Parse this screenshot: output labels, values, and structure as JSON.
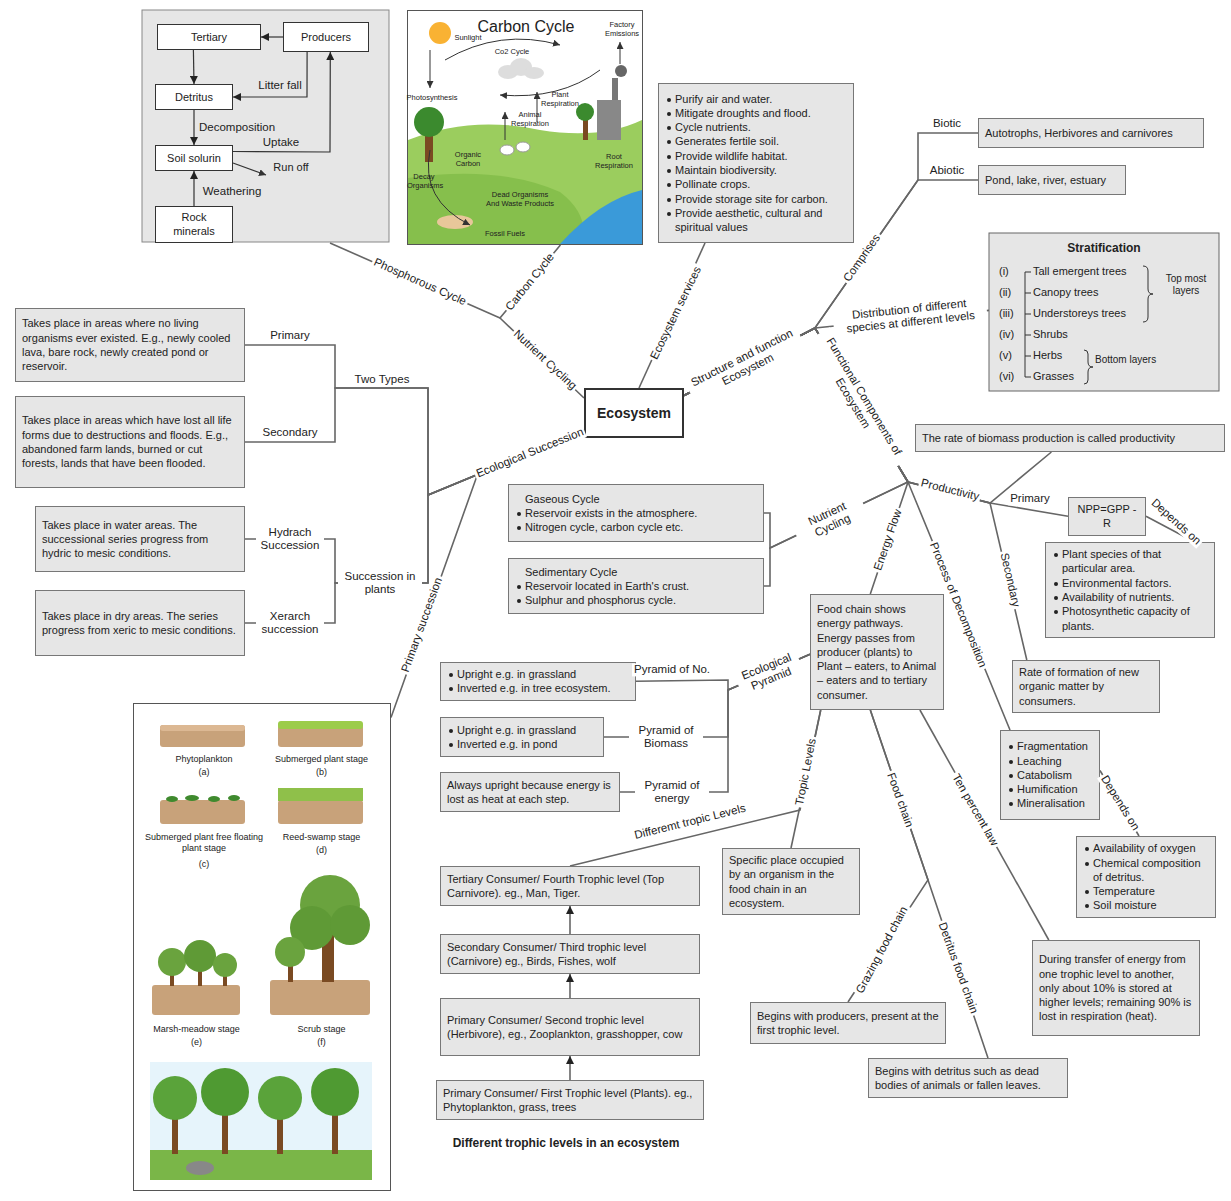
{
  "diagram": {
    "nodes": [
      {
        "text": [
          "Ecosystem"
        ]
      },
      {
        "text": [
          "Tertiary"
        ]
      },
      {
        "text": [
          "Producers"
        ]
      },
      {
        "text": [
          "Detritus"
        ]
      },
      {
        "text": [
          "Soil solurin"
        ]
      },
      {
        "text": [
          "Rock minerals"
        ]
      },
      {
        "text": [
          "Purify air and water.",
          "Mitigate droughts and flood.",
          "Cycle nutrients.",
          "Generates fertile soil.",
          "Provide wildlife habitat.",
          "Maintain biodiversity.",
          "Pollinate crops.",
          "Provide storage site for carbon.",
          "Provide aesthetic, cultural and spiritual values"
        ]
      },
      {
        "text": [
          "Autotrophs, Herbivores and carnivores"
        ]
      },
      {
        "text": [
          "Pond, lake, river, estuary"
        ]
      },
      {
        "text": [
          "Stratification",
          "(i)",
          "Tall emergent trees",
          "(ii)",
          "Canopy trees",
          "(iii)",
          "Understoreys trees",
          "(iv)",
          "Shrubs",
          "(v)",
          "Herbs",
          "(vi)",
          "Grasses",
          "Top most layers",
          "Bottom layers"
        ]
      },
      {
        "text": [
          "The rate of biomass production is called productivity"
        ]
      },
      {
        "text": [
          "NPP=GPP - R"
        ]
      },
      {
        "text": [
          "Plant species of that particular area.",
          "Environmental factors.",
          "Availability of nutrients.",
          "Photosynthetic capacity of plants."
        ]
      },
      {
        "text": [
          "Rate of formation of new organic matter by consumers."
        ]
      },
      {
        "text": [
          "Fragmentation",
          "Leaching",
          "Catabolism",
          "Humification",
          "Mineralisation"
        ]
      },
      {
        "text": [
          "Availability of oxygen",
          "Chemical composition of detritus.",
          "Temperature",
          "Soil moisture"
        ]
      },
      {
        "text": [
          "During transfer of energy from one trophic level to another, only about 10% is stored at higher levels; remaining 90% is lost in respiration (heat)."
        ]
      },
      {
        "text": [
          "Begins with detritus such as dead bodies of animals or fallen leaves."
        ]
      },
      {
        "text": [
          "Begins with producers, present at the first trophic level."
        ]
      },
      {
        "text": [
          "Specific place occupied by an organism in the food chain in an ecosystem."
        ]
      },
      {
        "text": [
          "Food chain shows energy pathways. Energy passes from producer (plants) to Plant – eaters, to Animal – eaters and to tertiary consumer."
        ]
      },
      {
        "text": [
          "Gaseous Cycle",
          "Reservoir exists in the atmosphere.",
          "Nitrogen cycle, carbon cycle etc."
        ]
      },
      {
        "text": [
          "Sedimentary Cycle",
          "Reservoir located in Earth's crust.",
          "Sulphur and phosphorus cycle."
        ]
      },
      {
        "text": [
          "Upright e.g. in grassland",
          "Inverted e.g. in tree ecosystem."
        ]
      },
      {
        "text": [
          "Upright e.g. in grassland",
          "Inverted e.g. in pond"
        ]
      },
      {
        "text": [
          "Always upright because energy is lost as heat at each step."
        ]
      },
      {
        "text": [
          "Tertiary Consumer/ Fourth Trophic level (Top Carnivore). eg., Man, Tiger."
        ]
      },
      {
        "text": [
          "Secondary Consumer/ Third trophic level (Carnivore) eg., Birds, Fishes, wolf"
        ]
      },
      {
        "text": [
          "Primary Consumer/ Second trophic level (Herbivore), eg., Zooplankton, grasshopper, cow"
        ]
      },
      {
        "text": [
          "Primary Consumer/ First Trophic level (Plants). eg., Phytoplankton, grass, trees"
        ]
      },
      {
        "text": [
          "Takes place in areas where no living organisms ever existed. E.g., newly cooled lava, bare rock, newly created pond or reservoir."
        ]
      },
      {
        "text": [
          "Takes place in areas which have lost all life forms due to destructions and floods. E.g., abandoned farm lands, burned or cut forests, lands that have been flooded."
        ]
      },
      {
        "text": [
          "Takes place in water areas. The successional series progress from hydric to mesic conditions."
        ]
      },
      {
        "text": [
          "Takes place in dry areas. The series progress from xeric to mesic conditions."
        ]
      },
      {
        "text": [
          "Phytoplankton",
          "(a)",
          "Submerged plant stage",
          "(b)",
          "Submerged plant free floating plant stage",
          "(c)",
          "Reed-swamp stage",
          "(d)",
          "Marsh-meadow stage",
          "(e)",
          "Scrub stage",
          "(f)"
        ]
      },
      {
        "text": [
          "Carbon Cycle"
        ]
      }
    ],
    "edges": [
      {
        "from": 2,
        "to": 1,
        "arrow": "to"
      },
      {
        "from": 1,
        "to": 3,
        "arrow": "to"
      },
      {
        "from": 2,
        "to": 3,
        "label": "Litter fall",
        "arrow": "to"
      },
      {
        "from": 3,
        "to": 4,
        "label": "Decomposition",
        "arrow": "to"
      },
      {
        "from": 4,
        "to": 2,
        "label": "Uptake",
        "arrow": "to"
      },
      {
        "from": 5,
        "to": 4,
        "label": "Weathering",
        "arrow": "to"
      },
      {
        "from": 0,
        "to": 6,
        "label": "Ecosystem services",
        "arrow": "none"
      },
      {
        "from": 0,
        "to": 7,
        "label": "Biotic",
        "arrow": "none"
      },
      {
        "from": 0,
        "to": 8,
        "label": "Abiotic",
        "arrow": "none"
      },
      {
        "from": 0,
        "to": 9,
        "label": "Distribution of different species at different levels",
        "arrow": "none"
      },
      {
        "from": 0,
        "to": 10,
        "arrow": "none"
      },
      {
        "from": 0,
        "to": 11,
        "label": "Primary",
        "arrow": "none"
      },
      {
        "from": 0,
        "to": 13,
        "label": "Secondary",
        "arrow": "none"
      },
      {
        "from": 11,
        "to": 12,
        "label": "Depends on",
        "arrow": "none"
      },
      {
        "from": 0,
        "to": 21,
        "arrow": "none"
      },
      {
        "from": 0,
        "to": 22,
        "arrow": "none"
      },
      {
        "from": 0,
        "to": 20,
        "label": "Energy Flow",
        "arrow": "none"
      },
      {
        "from": 0,
        "to": 14,
        "label": "Process of Decomposition",
        "arrow": "none"
      },
      {
        "from": 14,
        "to": 15,
        "label": "Depends on",
        "arrow": "none"
      },
      {
        "from": 20,
        "to": 23,
        "label": "Pyramid of No.",
        "arrow": "none"
      },
      {
        "from": 20,
        "to": 24,
        "label": "Pyramid of Biomass",
        "arrow": "none"
      },
      {
        "from": 20,
        "to": 25,
        "label": "Pyramid of energy",
        "arrow": "none"
      },
      {
        "from": 20,
        "to": 19,
        "label": "Tropic Levels",
        "arrow": "none"
      },
      {
        "from": 20,
        "to": 26,
        "label": "Differemt tropic Levels",
        "arrow": "none"
      },
      {
        "from": 20,
        "to": 18,
        "label": "Grazing food chain",
        "arrow": "none"
      },
      {
        "from": 20,
        "to": 17,
        "label": "Detritus food chain",
        "arrow": "none"
      },
      {
        "from": 20,
        "to": 16,
        "label": "Ten percent law",
        "arrow": "none"
      },
      {
        "from": 29,
        "to": 28,
        "arrow": "to"
      },
      {
        "from": 28,
        "to": 27,
        "arrow": "to"
      },
      {
        "from": 27,
        "to": 26,
        "arrow": "to"
      },
      {
        "from": 0,
        "to": 30,
        "label": "Primary",
        "arrow": "none"
      },
      {
        "from": 0,
        "to": 31,
        "label": "Secondary",
        "arrow": "none"
      },
      {
        "from": 0,
        "to": 32,
        "label": "Hydrach Succession",
        "arrow": "none"
      },
      {
        "from": 0,
        "to": 33,
        "label": "Xerarch succession",
        "arrow": "none"
      },
      {
        "from": 0,
        "to": 34,
        "label": "Primary succession",
        "arrow": "none"
      },
      {
        "from": 0,
        "to": 35,
        "label": "Carbon Cycle",
        "arrow": "none"
      }
    ],
    "labels": [
      "Run off",
      "Sunlight",
      "Co2 Cycle",
      "Factory Emissions",
      "Photosynthesis",
      "Animal Respiration",
      "Plant Respiration",
      "Organic Carbon",
      "Decay Organisms",
      "Dead Organisms And Waste Products",
      "Root Respiration",
      "Fossil Fuels",
      "Phosphorous Cycle",
      "Nutrient Cycling",
      "Structure and function Ecosystem",
      "Comprises",
      "Functional Components of Ecosystem",
      "Productivity",
      "Nutrient Cycling",
      "Ecological Pyramid",
      "Food chain",
      "Ecological Succession",
      "Two Types",
      "Succession in plants",
      "Different trophic levels in an ecosystem"
    ]
  }
}
